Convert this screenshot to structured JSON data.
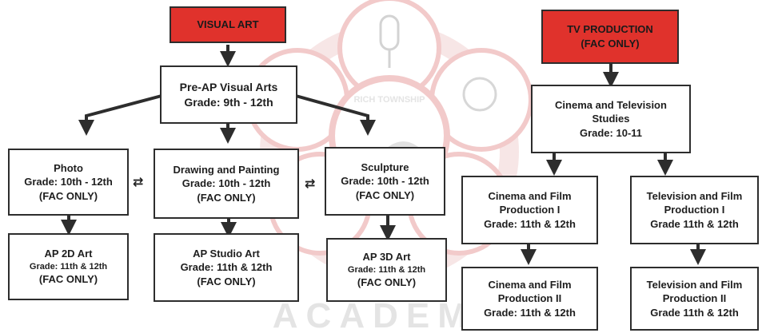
{
  "watermark": {
    "seal_top_text": "RICH TOWNSHIP",
    "bottom_text": "ACADEMY"
  },
  "colors": {
    "header_red": "#e0322c",
    "border": "#2d2d2d",
    "watermark_ring": "#e8a0a0"
  },
  "visual_art": {
    "header": "VISUAL ART",
    "pre_ap": {
      "title": "Pre-AP Visual Arts",
      "grade": "Grade: 9th - 12th"
    },
    "photo": {
      "title": "Photo",
      "grade": "Grade: 10th - 12th",
      "note": "(FAC ONLY)"
    },
    "drawing": {
      "title": "Drawing and Painting",
      "grade": "Grade: 10th - 12th",
      "note": "(FAC ONLY)"
    },
    "sculpture": {
      "title": "Sculpture",
      "grade": "Grade: 10th - 12th",
      "note": "(FAC ONLY)"
    },
    "ap_2d": {
      "title": "AP 2D Art",
      "grade": "Grade: 11th & 12th",
      "note": "(FAC ONLY)"
    },
    "ap_studio": {
      "title": "AP Studio Art",
      "grade": "Grade: 11th & 12th",
      "note": "(FAC ONLY)"
    },
    "ap_3d": {
      "title": "AP 3D Art",
      "grade": "Grade: 11th & 12th",
      "note": "(FAC ONLY)"
    }
  },
  "tv_production": {
    "header_line1": "TV PRODUCTION",
    "header_line2": "(FAC ONLY)",
    "cinema_tv": {
      "line1": "Cinema and Television",
      "line2": "Studies",
      "grade": "Grade: 10-11"
    },
    "cinema_film_1": {
      "line1": "Cinema and Film",
      "line2": "Production I",
      "grade": "Grade: 11th & 12th"
    },
    "tv_film_1": {
      "line1": "Television and Film",
      "line2": "Production I",
      "grade": "Grade 11th & 12th"
    },
    "cinema_film_2": {
      "line1": "Cinema and Film",
      "line2": "Production II",
      "grade": "Grade: 11th & 12th"
    },
    "tv_film_2": {
      "line1": "Television and Film",
      "line2": "Production II",
      "grade": "Grade 11th & 12th"
    }
  },
  "swap_glyph": "⇄"
}
